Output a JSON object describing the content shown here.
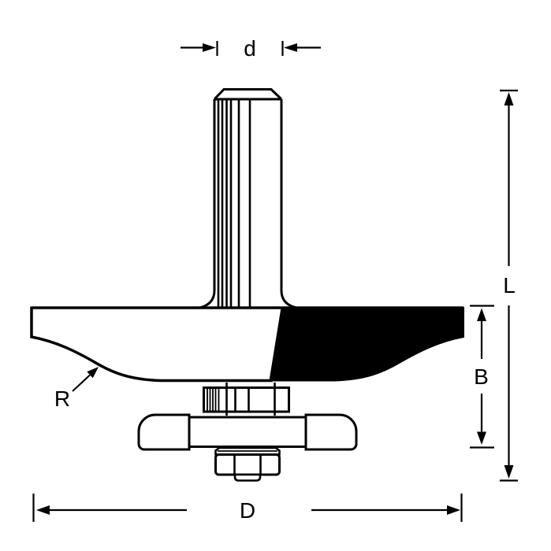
{
  "labels": {
    "shank_diameter": "d",
    "overall_length": "L",
    "cutting_height": "B",
    "overall_diameter": "D",
    "profile_radius": "R"
  },
  "colors": {
    "line": "#000000",
    "background": "#ffffff",
    "cutter_fill": "#000000"
  }
}
